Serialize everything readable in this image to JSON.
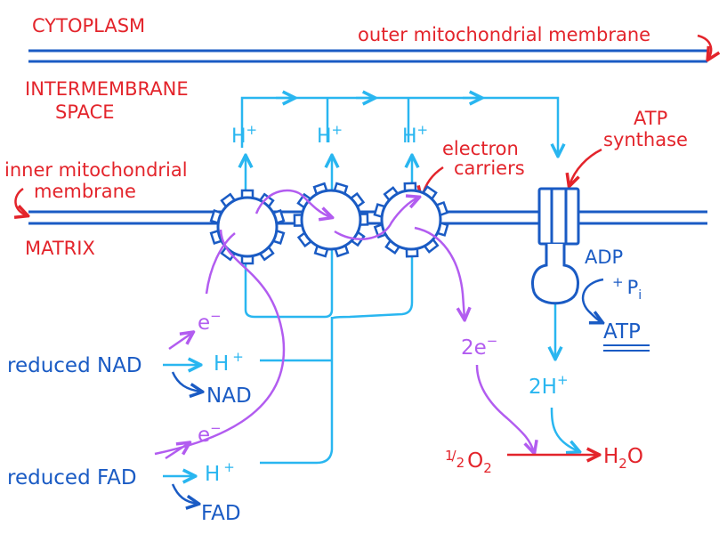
{
  "labels": {
    "cytoplasm": "CYTOPLASM",
    "outer_membrane": "outer mitochondrial membrane",
    "intermembrane_line1": "INTERMEMBRANE",
    "intermembrane_line2": "SPACE",
    "inner_membrane_line1": "inner mitochondrial",
    "inner_membrane_line2": "membrane",
    "matrix": "MATRIX",
    "electron_carriers_line1": "electron",
    "electron_carriers_line2": "carriers",
    "atp_synthase_line1": "ATP",
    "atp_synthase_line2": "synthase"
  },
  "species": {
    "proton": "H",
    "proton_charge": "+",
    "electron": "e",
    "electron_charge": "−",
    "two_electrons": "2e",
    "two_protons": "2H",
    "reduced_nad": "reduced NAD",
    "nad": "NAD",
    "reduced_fad": "reduced FAD",
    "fad": "FAD",
    "adp": "ADP",
    "pi_plus": "+",
    "pi": "P",
    "pi_sub": "i",
    "atp": "ATP",
    "half_oxygen_num": "1",
    "half_oxygen_den": "2",
    "oxygen": "O",
    "oxygen_sub": "2",
    "water_h": "H",
    "water_sub": "2",
    "water_o": "O"
  },
  "colors": {
    "membrane": "#1a5bc4",
    "protons": "#29b6f0",
    "electrons": "#b25cf0",
    "labels": "#e3242b"
  }
}
